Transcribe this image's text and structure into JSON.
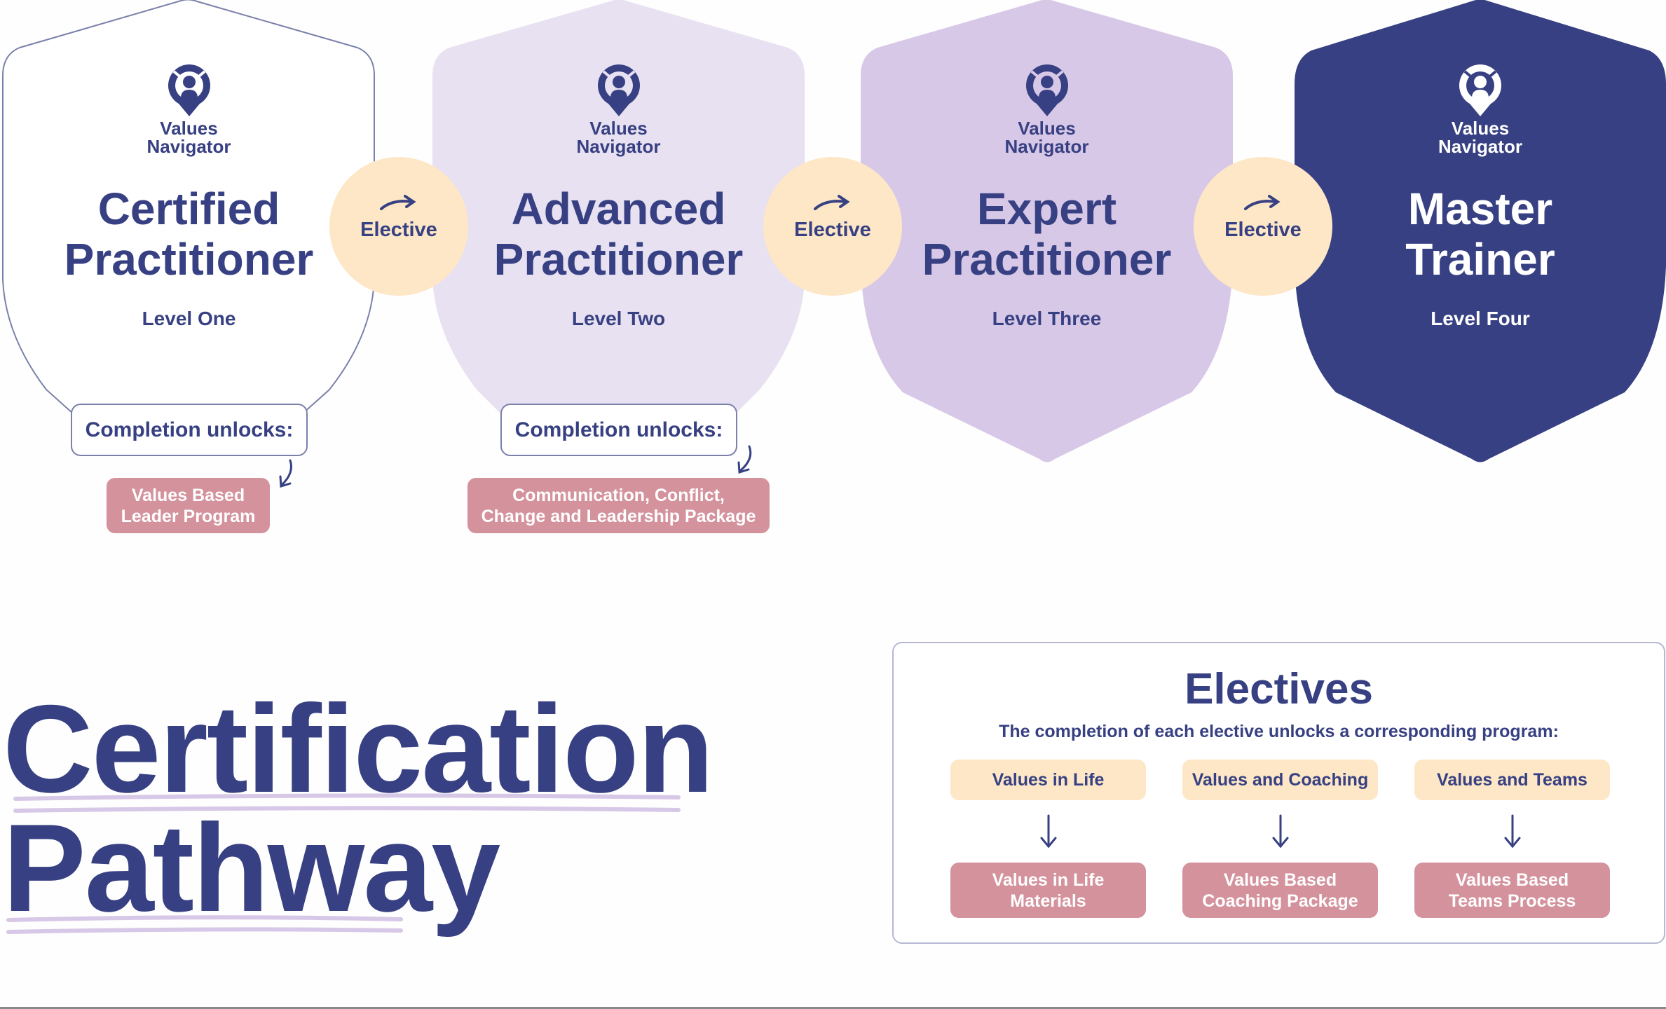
{
  "colors": {
    "navy": "#374082",
    "level_one_fill": "#ffffff",
    "level_two_fill": "#e8e1f1",
    "level_three_fill": "#d8c8e7",
    "level_four_fill": "#374082",
    "elective_fill": "#fde7c6",
    "unlock_fill": "#d4929d",
    "underline": "#d8c8e7"
  },
  "brand": {
    "line1": "Values",
    "line2": "Navigator",
    "logo_icon": "navigator-pin-icon"
  },
  "levels": [
    {
      "title_line1": "Certified",
      "title_line2": "Practitioner",
      "level": "Level One",
      "theme": "outline"
    },
    {
      "title_line1": "Advanced",
      "title_line2": "Practitioner",
      "level": "Level Two",
      "theme": "light"
    },
    {
      "title_line1": "Expert",
      "title_line2": "Practitioner",
      "level": "Level Three",
      "theme": "medium"
    },
    {
      "title_line1": "Master",
      "title_line2": "Trainer",
      "level": "Level Four",
      "theme": "dark"
    }
  ],
  "connectors": [
    {
      "label": "Elective",
      "icon": "curved-arrow-right-icon"
    },
    {
      "label": "Elective",
      "icon": "curved-arrow-right-icon"
    },
    {
      "label": "Elective",
      "icon": "curved-arrow-right-icon"
    }
  ],
  "unlocks": [
    {
      "heading": "Completion unlocks:",
      "program_line1": "Values Based",
      "program_line2": "Leader Program"
    },
    {
      "heading": "Completion unlocks:",
      "program_line1": "Communication, Conflict,",
      "program_line2": "Change and Leadership Package"
    }
  ],
  "hero": {
    "line1": "Certification",
    "line2": "Pathway"
  },
  "electives": {
    "title": "Electives",
    "subtitle": "The completion of each elective unlocks a corresponding program:",
    "items": [
      {
        "elective": "Values in Life",
        "program_line1": "Values in Life",
        "program_line2": "Materials"
      },
      {
        "elective": "Values and Coaching",
        "program_line1": "Values Based",
        "program_line2": "Coaching Package"
      },
      {
        "elective": "Values and Teams",
        "program_line1": "Values Based",
        "program_line2": "Teams Process"
      }
    ]
  }
}
